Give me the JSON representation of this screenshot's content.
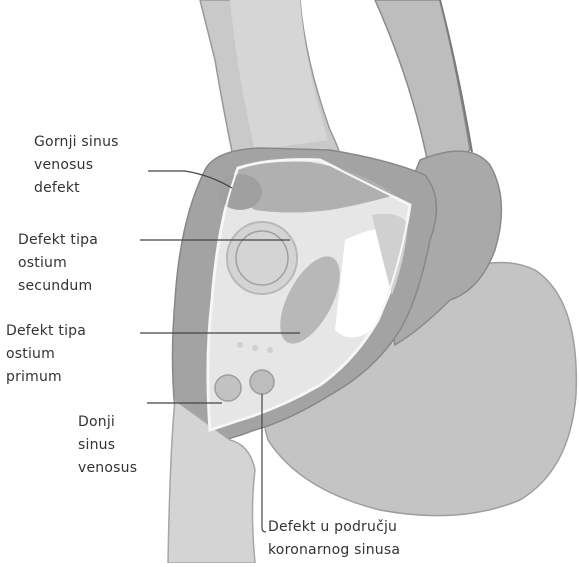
{
  "colors": {
    "background": "#ffffff",
    "tissue_dark": "#a6a6a6",
    "tissue_medium": "#c2c2c2",
    "tissue_light": "#dedede",
    "septum_face": "#e8e8e8",
    "leader_line": "#444444",
    "label_text": "#333333"
  },
  "labels": {
    "gornji": {
      "line1": "Gornji sinus",
      "line2": "venosus",
      "line3": "defekt"
    },
    "secundum": {
      "line1": "Defekt tipa",
      "line2": "ostium",
      "line3": "secundum"
    },
    "primum": {
      "line1": "Defekt tipa",
      "line2": "ostium",
      "line3": "primum"
    },
    "donji": {
      "line1": "Donji",
      "line2": "sinus",
      "line3": "venosus"
    },
    "koronarni": {
      "line1": "Defekt u području",
      "line2": "koronarnog sinusa"
    }
  }
}
